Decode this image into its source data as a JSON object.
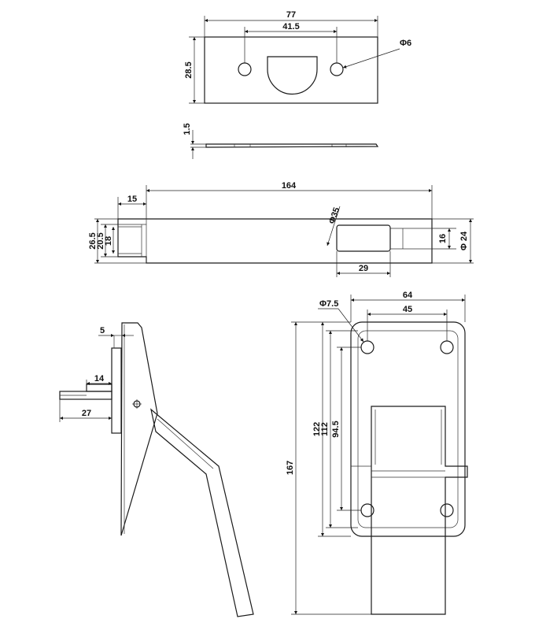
{
  "top_plate": {
    "width": "77",
    "hole_spacing": "41.5",
    "height": "28.5",
    "hole_diameter": "Φ6"
  },
  "plate_side": {
    "thickness": "1.5"
  },
  "keeper": {
    "length": "164",
    "end_width": "15",
    "height_outer": "26.5",
    "height_mid": "20.5",
    "height_inner": "18",
    "hole_diameter": "Φ35",
    "right_height": "16",
    "right_diameter": "Φ 24",
    "slot_width": "29"
  },
  "side_view": {
    "offset": "5",
    "shaft": "14",
    "reach": "27"
  },
  "front_view": {
    "hole_diameter": "Φ7.5",
    "outer_width": "64",
    "hole_spacing_x": "45",
    "total_height": "167",
    "base_height": "122",
    "mid_height": "112",
    "hole_spacing_y": "94.5"
  }
}
